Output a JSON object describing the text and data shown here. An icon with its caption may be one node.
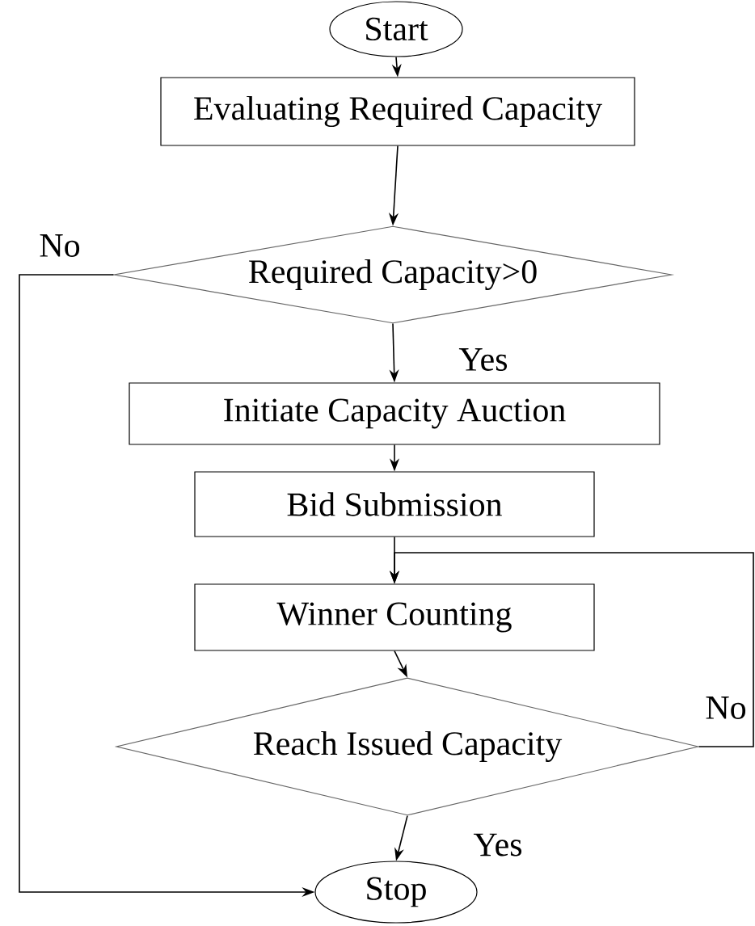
{
  "diagram": {
    "nodes": [
      {
        "text": [
          "Start"
        ]
      },
      {
        "text": [
          "Evaluating Required Capacity"
        ]
      },
      {
        "text": [
          "Required Capacity>0"
        ]
      },
      {
        "text": [
          "Initiate Capacity Auction"
        ]
      },
      {
        "text": [
          "Bid Submission"
        ]
      },
      {
        "text": [
          "Winner Counting"
        ]
      },
      {
        "text": [
          "Reach Issued Capacity"
        ]
      },
      {
        "text": [
          "Stop"
        ]
      }
    ],
    "edges": [
      {
        "from": 0,
        "to": 1,
        "arrow": "to"
      },
      {
        "from": 1,
        "to": 2,
        "arrow": "to"
      },
      {
        "from": 2,
        "to": 3,
        "arrow": "to",
        "label": "Yes"
      },
      {
        "from": 3,
        "to": 4,
        "arrow": "to"
      },
      {
        "from": 4,
        "to": 5,
        "arrow": "to"
      },
      {
        "from": 5,
        "to": 6,
        "arrow": "to"
      },
      {
        "from": 6,
        "to": 7,
        "arrow": "to",
        "label": "Yes"
      },
      {
        "from": 2,
        "to": 7,
        "arrow": "to",
        "label": "No"
      },
      {
        "from": 6,
        "to": 5,
        "arrow": "to",
        "label": "No"
      }
    ]
  }
}
